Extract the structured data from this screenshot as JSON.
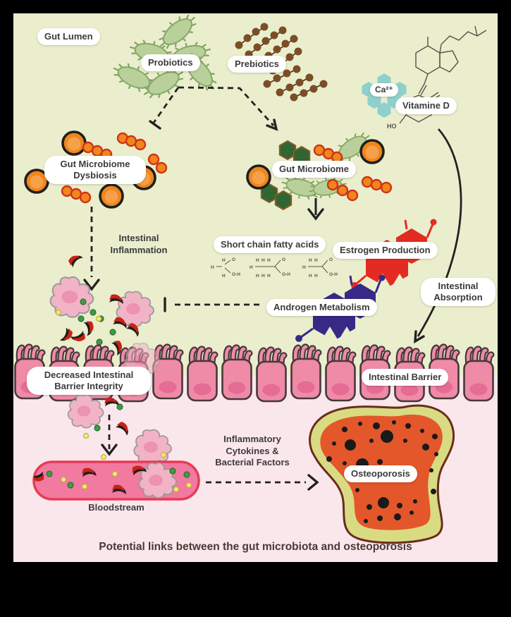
{
  "title": "Gut microbiota and osteoporosis diagram",
  "labels": {
    "gut_lumen": "Gut Lumen",
    "probiotics": "Probiotics",
    "prebiotics": "Prebiotics",
    "gut_microbiome_dysbiosis": "Gut Microbiome Dysbiosis",
    "gut_microbiome": "Gut Microbiome",
    "calcium": "Ca²⁺",
    "vitamine_d": "Vitamine D",
    "short_chain_fatty_acids": "Short chain fatty acids",
    "estrogen_production": "Estrogen Production",
    "androgen_metabolism": "Androgen Metabolism",
    "intestinal_absorption": "Intestinal Absorption",
    "decreased_intestinal_barrier_integrity": "Decreased Intestinal Barrier Integrity",
    "intestinal_barrier": "Intestinal Barrier",
    "osteoporosis": "Osteoporosis"
  },
  "notes": {
    "intestinal_inflammation": "Intestinal Inflammation",
    "inflammatory_cytokines": "Inflammatory Cytokines & Bacterial Factors",
    "bloodstream": "Bloodstream"
  },
  "caption": "Potential links between the gut microbiota and osteoporosis",
  "atoms": {
    "h": "H",
    "o": "O",
    "oh": "O-H",
    "ho": "HO"
  },
  "colors": {
    "frame": "#000000",
    "bg_green": "#eaeecd",
    "bg_pink": "#fae7ec",
    "epithelial_pink": "#ef8ba6",
    "nucleus_pink": "#e46c95",
    "outline_dark": "#46393b",
    "orange_microbe": "#f0861c",
    "red_ring": "#cf3318",
    "green_bacterium": "#b9d09a",
    "green_bacterium_stroke": "#7fa45f",
    "hexagon_green": "#2f6634",
    "hexagon_stroke": "#8a5a28",
    "prebiotic_brown": "#7b4e26",
    "calcium_teal": "#8fd0cc",
    "estrogen_red": "#e32b22",
    "androgen_purple": "#372a86",
    "vessel_pink": "#f2799f",
    "vessel_red": "#e63c55",
    "bone_olive": "#d8db82",
    "bone_orange": "#e4572a",
    "bone_outline": "#6b2c1c",
    "immune_pink": "#f3b3c6",
    "immune_inner": "#ec93b1",
    "dot_green": "#3f9b44",
    "dot_yellow": "#f3ea77",
    "arrow_black": "#222222",
    "label_text": "#3b3b3b"
  }
}
